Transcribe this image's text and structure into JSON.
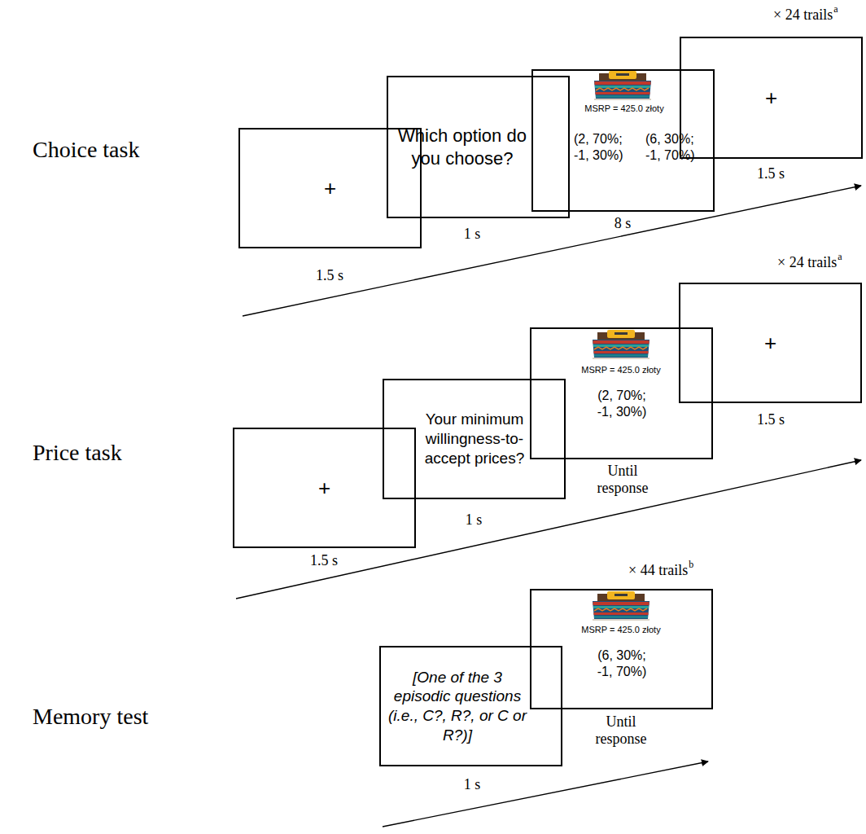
{
  "diagram": {
    "nodes": [
      {
        "text": [
          "+"
        ]
      },
      {
        "text": [
          "Which option do you choose?"
        ]
      },
      {
        "text": [
          "MSRP = 425.0 złoty",
          "(2, 70%; -1, 30%)",
          "(6, 30%; -1, 70%)"
        ]
      },
      {
        "text": [
          "+"
        ]
      },
      {
        "text": [
          "+"
        ]
      },
      {
        "text": [
          "Your minimum willingness-to-accept prices?"
        ]
      },
      {
        "text": [
          "MSRP = 425.0 złoty",
          "(2, 70%; -1, 30%)"
        ]
      },
      {
        "text": [
          "+"
        ]
      },
      {
        "text": [
          "[One of the 3 episodic questions (i.e., C?, R?, or C or R?)]"
        ]
      },
      {
        "text": [
          "MSRP = 425.0 złoty",
          "(6, 30%; -1, 70%)"
        ]
      }
    ],
    "labels": [
      "Choice task",
      "× 24 trails",
      "a",
      "1.5 s",
      "1 s",
      "8 s",
      "1.5 s",
      "Price task",
      "× 24 trails",
      "a",
      "1.5 s",
      "1 s",
      "Until response",
      "1.5 s",
      "Memory test",
      "× 44 trails",
      "b",
      "1 s",
      "Until response"
    ]
  }
}
